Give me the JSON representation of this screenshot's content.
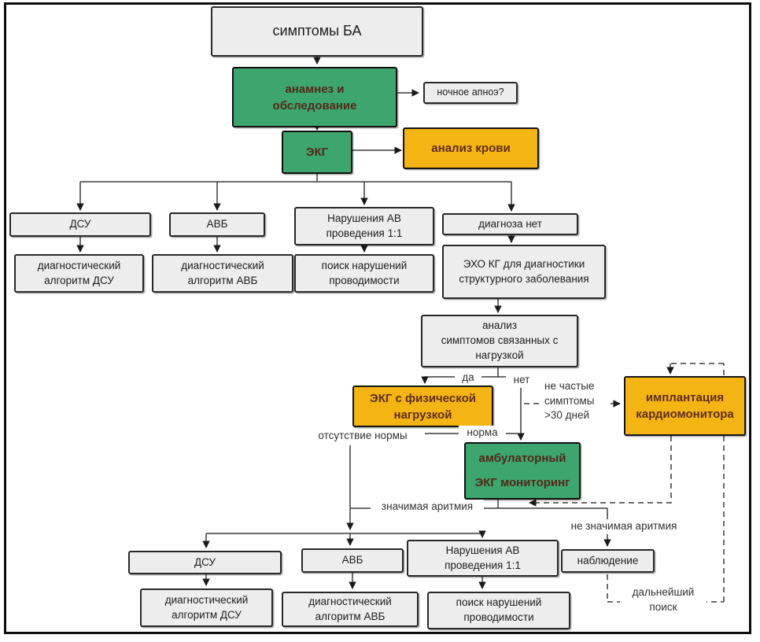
{
  "diagram": {
    "nodes": [
      {
        "id": "symptoms-ba",
        "label": "симптомы БА",
        "variant": "gray"
      },
      {
        "id": "anamnez-obsledovanie",
        "label": "анамнез и\nобследование",
        "variant": "green"
      },
      {
        "id": "nochnoe-apnoe",
        "label": "ночное апноэ?",
        "variant": "gray"
      },
      {
        "id": "ekg",
        "label": "ЭКГ",
        "variant": "green"
      },
      {
        "id": "analiz-krovi",
        "label": "анализ крови",
        "variant": "orange"
      },
      {
        "id": "dsu-1",
        "label": "ДСУ",
        "variant": "gray"
      },
      {
        "id": "avb-1",
        "label": "АВБ",
        "variant": "gray"
      },
      {
        "id": "narusheniya-av-1",
        "label": "Нарушения АВ\nпроведения 1:1",
        "variant": "gray"
      },
      {
        "id": "diagnoza-net",
        "label": "диагноза нет",
        "variant": "gray"
      },
      {
        "id": "alg-dsu-1",
        "label": "диагностический\nалгоритм ДСУ",
        "variant": "gray"
      },
      {
        "id": "alg-avb-1",
        "label": "диагностический\nалгоритм АВБ",
        "variant": "gray"
      },
      {
        "id": "poisk-narushenij-1",
        "label": "поиск нарушений\nпроводимости",
        "variant": "gray"
      },
      {
        "id": "eho-kg",
        "label": "ЭХО КГ для диагностики\nструктурного заболевания",
        "variant": "gray"
      },
      {
        "id": "analiz-simptomov",
        "label": "анализ\nсимптомов связанных с\nнагрузкой",
        "variant": "gray"
      },
      {
        "id": "ekg-nagruzka",
        "label": "ЭКГ с физической\nнагрузкой",
        "variant": "orange"
      },
      {
        "id": "implantaciya-kardiomonitora",
        "label": "имплантация\nкардиомонитора",
        "variant": "orange"
      },
      {
        "id": "ambulatornyj-ekg",
        "label": "амбулаторный\nЭКГ мониторинг",
        "variant": "green"
      },
      {
        "id": "dsu-2",
        "label": "ДСУ",
        "variant": "gray"
      },
      {
        "id": "avb-2",
        "label": "АВБ",
        "variant": "gray"
      },
      {
        "id": "narusheniya-av-2",
        "label": "Нарушения АВ\nпроведения 1:1",
        "variant": "gray"
      },
      {
        "id": "nabludenie",
        "label": "наблюдение",
        "variant": "gray"
      },
      {
        "id": "alg-dsu-2",
        "label": "диагностический\nалгоритм ДСУ",
        "variant": "gray"
      },
      {
        "id": "alg-avb-2",
        "label": "диагностический\nалгоритм АВБ",
        "variant": "gray"
      },
      {
        "id": "poisk-narushenij-2",
        "label": "поиск нарушений\nпроводимости",
        "variant": "gray"
      }
    ],
    "edge_labels": [
      {
        "id": "da",
        "text": "да"
      },
      {
        "id": "net",
        "text": "нет"
      },
      {
        "id": "ne-chastye",
        "text": "не частые\nсимптомы\n>30 дней"
      },
      {
        "id": "otsutstvie-normy",
        "text": "отсутствие нормы"
      },
      {
        "id": "norma",
        "text": "норма"
      },
      {
        "id": "znachimaya-aritmia",
        "text": "значимая аритмия"
      },
      {
        "id": "ne-znachimaya-aritmia",
        "text": "не значимая аритмия"
      },
      {
        "id": "dalnejshij-poisk",
        "text": "дальнейший\nпоиск"
      }
    ],
    "colors": {
      "green": "#3da56e",
      "orange": "#f4b414",
      "gray_fill": "#ededed",
      "line": "#3c3c3c",
      "box_border": "#282828",
      "label_text": "#323232"
    }
  }
}
